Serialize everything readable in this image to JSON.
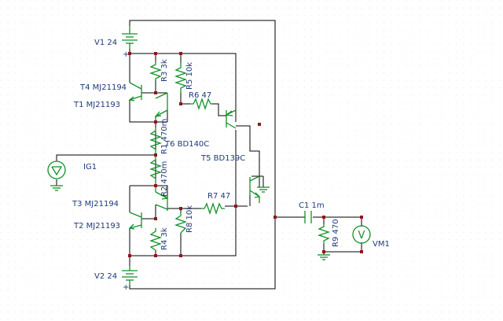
{
  "colors": {
    "wire": "#000000",
    "component": "#11922a",
    "label": "#1e3a78",
    "node": "#8b1a1a",
    "grid": "#e8e8e8"
  },
  "components": {
    "V1": "V1 24",
    "V2": "V2 24",
    "T4": "T4 MJ21194",
    "T1": "T1 MJ21193",
    "T3": "T3 MJ21194",
    "T2": "T2 MJ21193",
    "R3": "R3 3k",
    "R5": "R5 10k",
    "R6": "R6 47",
    "R1": "R1 470m",
    "R2": "R2 470m",
    "R4": "R4 3k",
    "R8": "R8 10k",
    "R7": "R7 47",
    "T6": "T6 BD140C",
    "T5": "T5 BD139C",
    "IG1": "IG1",
    "C1": "C1 1m",
    "R9": "R9 470",
    "VM1": "VM1"
  },
  "symbols": {
    "plus": "+",
    "voltmeter": "V"
  },
  "icons": [
    "battery-icon",
    "npn-transistor-icon",
    "pnp-transistor-icon",
    "resistor-icon",
    "capacitor-icon",
    "current-source-icon",
    "voltmeter-icon",
    "ground-icon"
  ]
}
